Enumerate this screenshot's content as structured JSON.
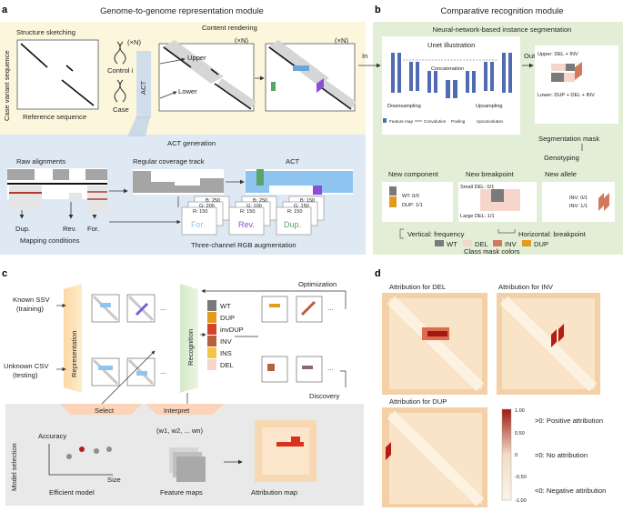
{
  "panel_a": {
    "letter": "a",
    "title": "Genome-to-genome representation module",
    "structure_sketching": "Structure sketching",
    "y_axis": "Case variant sequence",
    "x_axis": "Reference sequence",
    "times_n_1": "(×N)",
    "times_n_2": "(×N)",
    "times_n_3": "(×N)",
    "control_label": "Control i",
    "case_label": "Case",
    "act": "ACT",
    "content_rendering": "Content rendering",
    "upper": "Upper",
    "lower": "Lower",
    "act_generation": "ACT generation",
    "raw_alignments": "Raw alignments",
    "coverage_track": "Regular coverage track",
    "act_title": "ACT",
    "dup": "Dup.",
    "rev": "Rev.",
    "for": "For.",
    "mapping_conditions": "Mapping conditions",
    "rgb": {
      "r1": "R: 150",
      "g1": "G: 200",
      "b1": "B: 250",
      "n1": "For.",
      "r2": "R: 150",
      "g2": "G: 100",
      "b2": "B: 250",
      "n2": "Rev.",
      "r3": "R: 150",
      "g3": "G: 150",
      "b3": "B: 150",
      "n3": "Dup."
    },
    "three_channel": "Three-channel RGB augmentation"
  },
  "panel_b": {
    "letter": "b",
    "title": "Comparative recognition module",
    "nn_title": "Neural-network-based instance segmentation",
    "in": "In",
    "out": "Out",
    "unet": "Unet illustration",
    "concatenation": "Concatenation",
    "downsampling": "Downsampling",
    "upsampling": "Upsampling",
    "legend_feature": "Feature map",
    "legend_conv": "Convolution",
    "legend_pool": "Pooling",
    "legend_upconv": "Upconvolution",
    "upper_mask": "Upper: DEL + INV",
    "lower_mask": "Lower: DUP + DEL + INV",
    "segmentation_mask": "Segmentation mask",
    "genotyping": "Genotyping",
    "new_component": "New component",
    "new_breakpoint": "New breakpoint",
    "new_allele": "New allele",
    "wt_gt": "WT: 0/0",
    "dup_gt": "DUP: 1/1",
    "small_del": "Small DEL: 0/1",
    "large_del": "Large DEL: 1/1",
    "inv_01": "INV: 0/1",
    "inv_11": "INV: 1/1",
    "vertical": "Vertical: frequency",
    "horizontal": "Horizontal: breakpoint",
    "class_mask_colors": "Class mask colors",
    "classes": [
      {
        "name": "WT",
        "color": "#7a7a7a"
      },
      {
        "name": "DEL",
        "color": "#f6d5cb"
      },
      {
        "name": "INV",
        "color": "#d07a5b"
      },
      {
        "name": "DUP",
        "color": "#e39a1e"
      }
    ]
  },
  "panel_c": {
    "letter": "c",
    "known": "Known SSV",
    "known_sub": "(training)",
    "unknown": "Unknown CSV",
    "unknown_sub": "(testing)",
    "representation": "Representation",
    "recognition": "Recognition",
    "optimization": "Optimization",
    "discovery": "Discovery",
    "dots1": "...",
    "dots2": "...",
    "dots3": "...",
    "dots4": "...",
    "class_list": [
      {
        "name": "WT",
        "color": "#7a7a7a"
      },
      {
        "name": "DUP",
        "color": "#e39a1e"
      },
      {
        "name": "invDUP",
        "color": "#d2452c"
      },
      {
        "name": "INV",
        "color": "#b8603e"
      },
      {
        "name": "INS",
        "color": "#f2c744"
      },
      {
        "name": "DEL",
        "color": "#f6d5cb"
      }
    ],
    "model_selection": "Model selection",
    "select": "Select",
    "interpret": "Interpret",
    "accuracy": "Accuracy",
    "size": "Size",
    "efficient_model": "Efficient model",
    "weights": "(w1, w2, ... wn)",
    "feature_maps": "Feature maps",
    "attribution_map": "Attribution map"
  },
  "panel_d": {
    "letter": "d",
    "del": "Attribution for DEL",
    "inv": "Attribution for INV",
    "dup": "Attribution for DUP",
    "scale_ticks": [
      "1.00",
      "0.50",
      "0",
      "-0.50",
      "-1.00"
    ],
    "pos": ">0: Positive attribution",
    "zero": "=0: No attribution",
    "neg": "<0: Negative attribution"
  }
}
